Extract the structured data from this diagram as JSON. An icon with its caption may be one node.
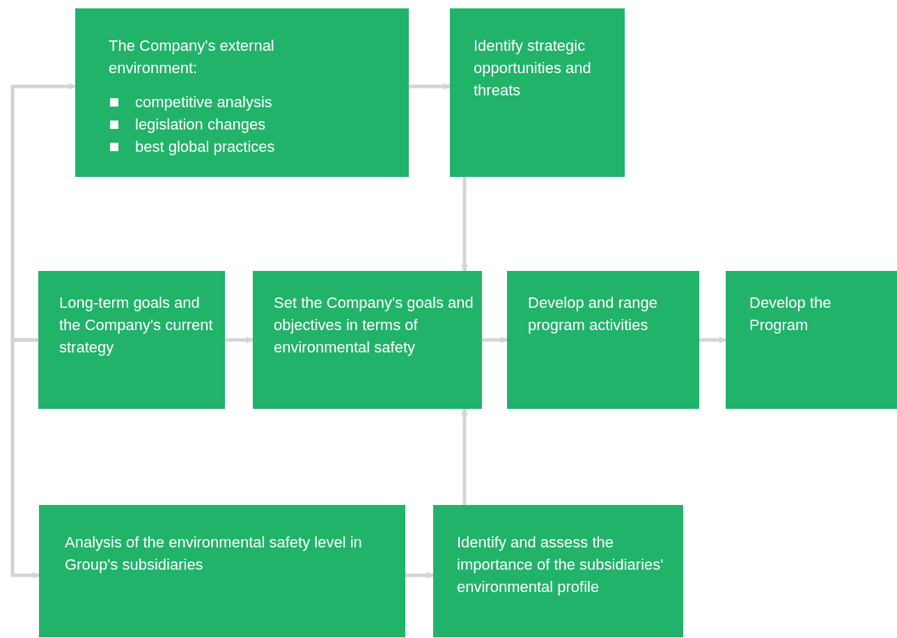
{
  "diagram": {
    "nodes": [
      {
        "text": [
          "The Company's external environment:",
          "competitive analysis",
          "legislation changes",
          "best global practices"
        ]
      },
      {
        "text": [
          "Identify strategic opportunities and threats"
        ]
      },
      {
        "text": [
          "Long-term goals and the Company's current strategy"
        ]
      },
      {
        "text": [
          "Set the Company's goals and objectives in terms of environmental safety"
        ]
      },
      {
        "text": [
          "Develop and range program activities"
        ]
      },
      {
        "text": [
          "Develop the Program"
        ]
      },
      {
        "text": [
          "Analysis of the environmental safety level in Group's subsidiaries"
        ]
      },
      {
        "text": [
          "Identify and assess the importance of the subsidiaries' environmental profile"
        ]
      }
    ],
    "edges": [
      {
        "from": 2,
        "to": 0,
        "arrow": "to"
      },
      {
        "from": 2,
        "to": 6,
        "arrow": "to"
      },
      {
        "from": 0,
        "to": 1,
        "arrow": "to"
      },
      {
        "from": 1,
        "to": 3,
        "arrow": "to"
      },
      {
        "from": 2,
        "to": 3,
        "arrow": "to"
      },
      {
        "from": 3,
        "to": 4,
        "arrow": "to"
      },
      {
        "from": 4,
        "to": 5,
        "arrow": "to"
      },
      {
        "from": 6,
        "to": 7,
        "arrow": "to"
      },
      {
        "from": 7,
        "to": 3,
        "arrow": "to"
      }
    ]
  }
}
